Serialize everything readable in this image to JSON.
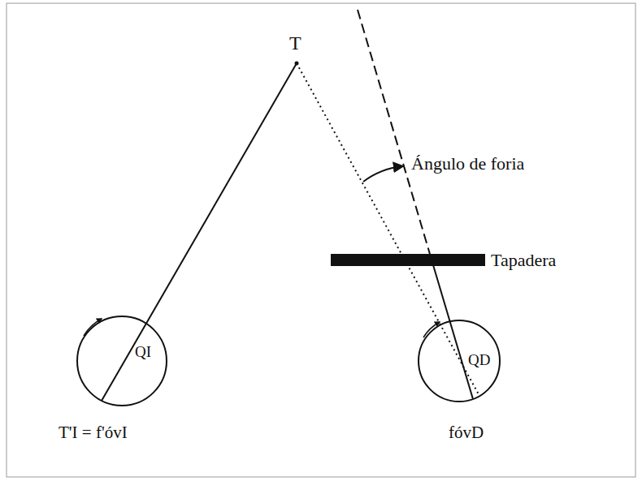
{
  "diagram": {
    "labels": [
      "T",
      "Ángulo de foria",
      "Tapadera",
      "QI",
      "QD",
      "T'I = f'óvI",
      "fóvD"
    ]
  }
}
